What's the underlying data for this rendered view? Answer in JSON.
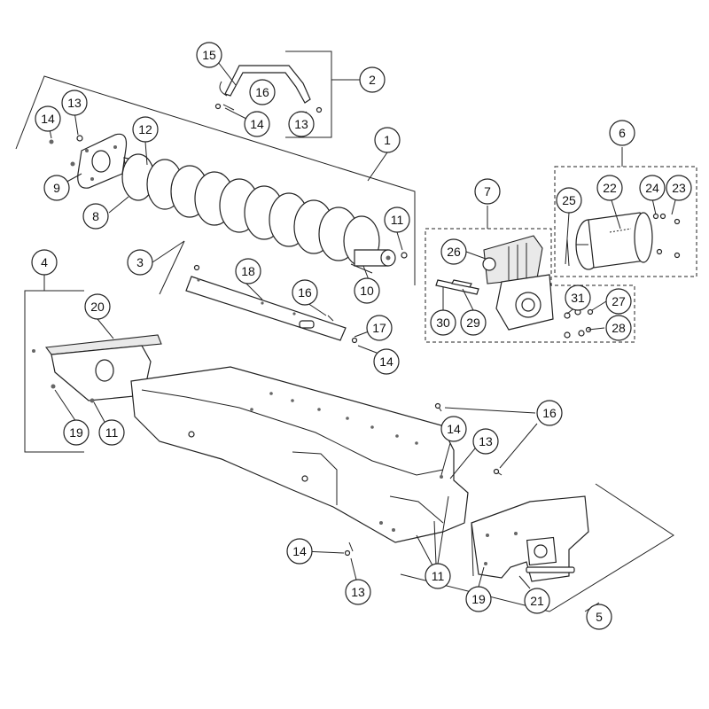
{
  "callouts": {
    "c1": "1",
    "c2": "2",
    "c3": "3",
    "c4": "4",
    "c5": "5",
    "c6": "6",
    "c7": "7",
    "c8": "8",
    "c9": "9",
    "c10": "10",
    "c11a": "11",
    "c11b": "11",
    "c11c": "11",
    "c12": "12",
    "c13a": "13",
    "c13b": "13",
    "c13c": "13",
    "c13d": "13",
    "c14a": "14",
    "c14b": "14",
    "c14c": "14",
    "c14d": "14",
    "c14e": "14",
    "c15": "15",
    "c16a": "16",
    "c16b": "16",
    "c16c": "16",
    "c17": "17",
    "c18": "18",
    "c19a": "19",
    "c19b": "19",
    "c20": "20",
    "c21": "21",
    "c22": "22",
    "c23": "23",
    "c24": "24",
    "c25": "25",
    "c26": "26",
    "c27": "27",
    "c28": "28",
    "c29": "29",
    "c30": "30",
    "c31": "31"
  }
}
